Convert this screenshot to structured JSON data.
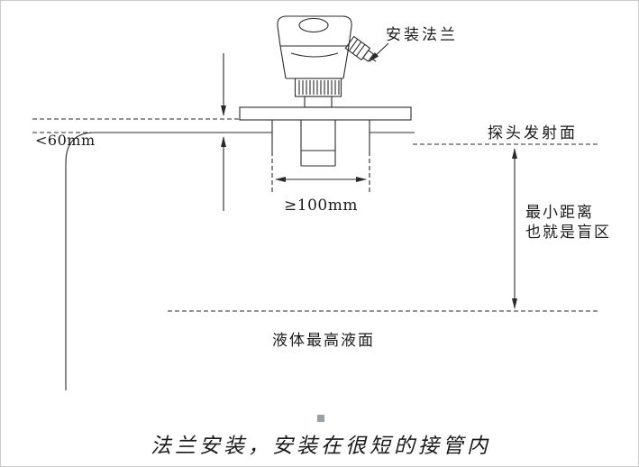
{
  "diagram": {
    "title_hint": "flange-mounted-level-sensor-installation",
    "labels": {
      "mounting_flange": "安装法兰",
      "probe_surface": "探头发射面",
      "max_gap": "<60mm",
      "min_pipe": "≥100mm",
      "blind_zone_line1": "最小距离",
      "blind_zone_line2": "也就是盲区",
      "liquid_level": "液体最高液面"
    },
    "caption": "法兰安装，安装在很短的接管内",
    "colors": {
      "line": "#2b2b2b",
      "text": "#1a1a1a",
      "background": "#ffffff"
    }
  }
}
